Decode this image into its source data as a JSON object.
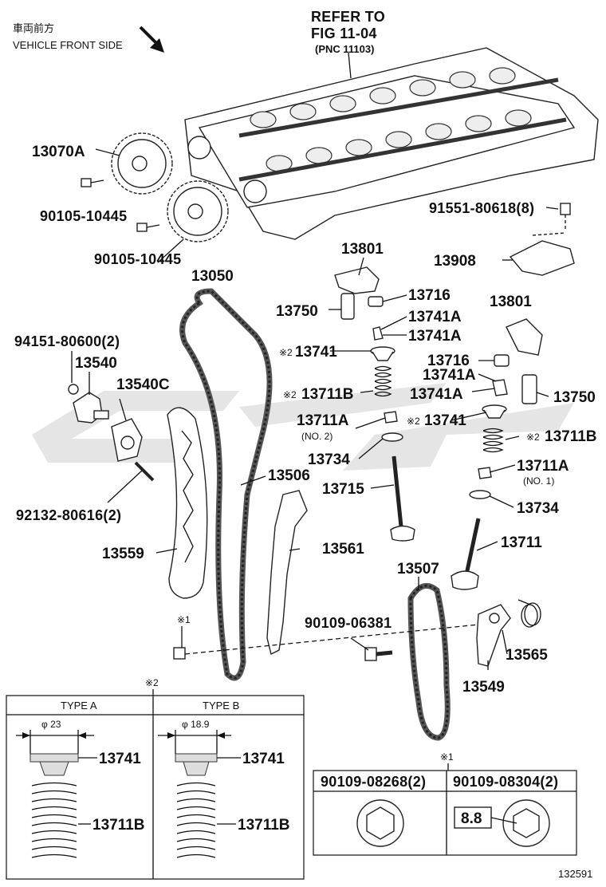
{
  "header": {
    "front_side_jp": "車両前方",
    "front_side_en": "VEHICLE FRONT SIDE",
    "refer_line1": "REFER TO",
    "refer_line2": "FIG 11-04",
    "refer_line3": "(PNC 11103)"
  },
  "callouts": {
    "p13070A": "13070A",
    "p90105a": "90105-10445",
    "p90105b": "90105-10445",
    "p13050": "13050",
    "p91551": "91551-80618(8)",
    "p13908": "13908",
    "p13801a": "13801",
    "p13716a": "13716",
    "p13750a": "13750",
    "p13741Aa": "13741A",
    "p13741Ab": "13741A",
    "p13801b": "13801",
    "p94151": "94151-80600(2)",
    "p13741a": "13741",
    "p13741a_mark": "※2",
    "p13716b": "13716",
    "p13540": "13540",
    "p13741Ac": "13741A",
    "p13540C": "13540C",
    "p13711Ba": "13711B",
    "p13711Ba_mark": "※2",
    "p13741Ad": "13741A",
    "p13750b": "13750",
    "p13711Aa": "13711A",
    "p13711Aa_sub": "(NO. 2)",
    "p13741b": "13741",
    "p13741b_mark": "※2",
    "p13711Bb": "13711B",
    "p13711Bb_mark": "※2",
    "p13734a": "13734",
    "p13506": "13506",
    "p13711Ab": "13711A",
    "p13711Ab_sub": "(NO. 1)",
    "p92132": "92132-80616(2)",
    "p13715": "13715",
    "p13734b": "13734",
    "p13711": "13711",
    "p13559": "13559",
    "p13561": "13561",
    "p13507": "13507",
    "p90109": "90109-06381",
    "p13565": "13565",
    "mark1": "※1",
    "p13549": "13549",
    "mark2_box": "※2",
    "mark1_box": "※1"
  },
  "type_table": {
    "type_a": "TYPE A",
    "type_b": "TYPE B",
    "dia_a": "φ 23",
    "dia_b": "φ 18.9",
    "a_top": "13741",
    "a_spring": "13711B",
    "b_top": "13741",
    "b_spring": "13711B"
  },
  "bolt_table": {
    "col1": "90109-08268(2)",
    "col2": "90109-08304(2)",
    "grade": "8.8"
  },
  "footer": {
    "figure_number": "132591"
  }
}
